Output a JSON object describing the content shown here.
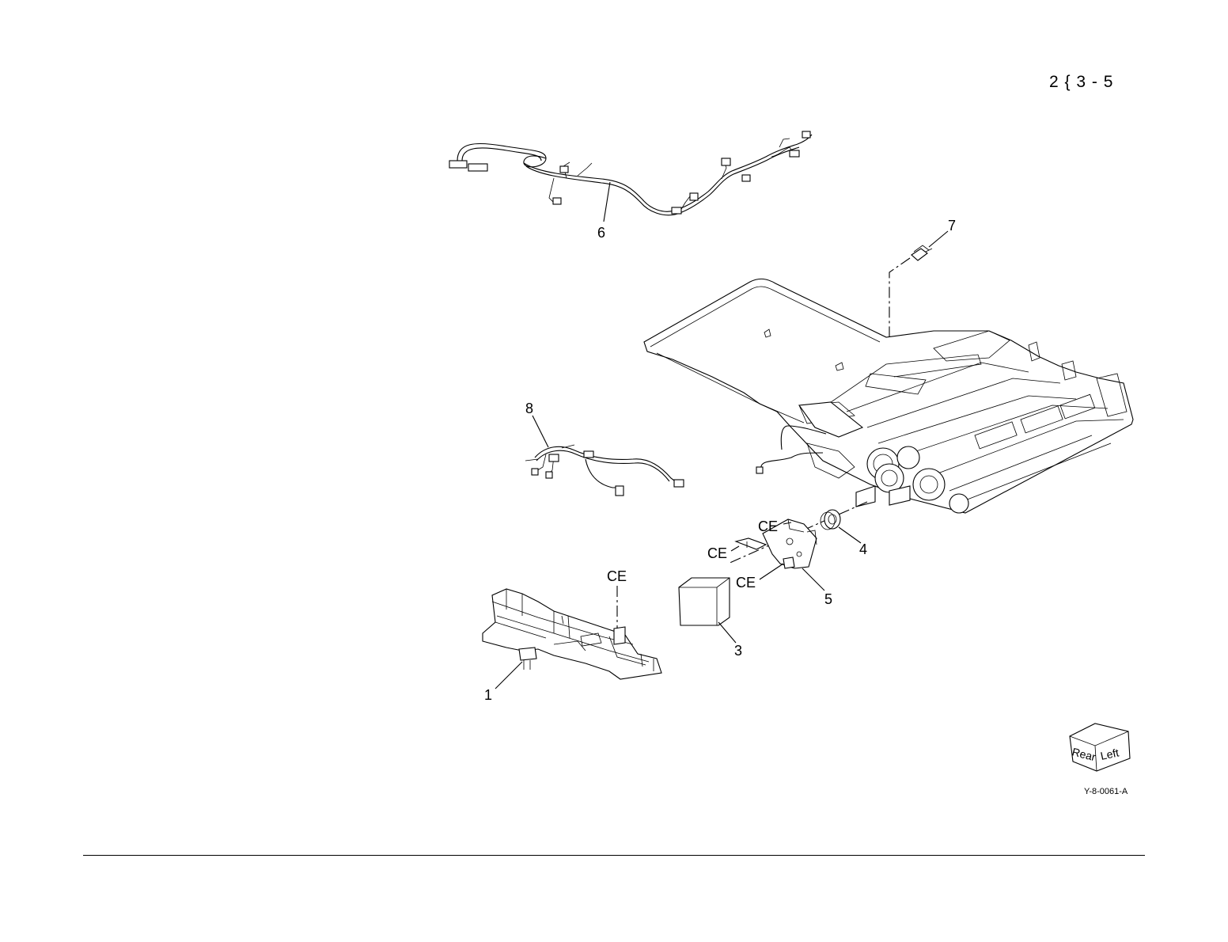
{
  "page_reference": "2 { 3 - 5",
  "figure_id": "Y-8-0061-A",
  "part_callouts": {
    "p1": "1",
    "p3": "3",
    "p4": "4",
    "p5": "5",
    "p6": "6",
    "p7": "7",
    "p8": "8"
  },
  "ce_labels": {
    "ce_a": "CE",
    "ce_b": "CE",
    "ce_c": "CE",
    "ce_d": "CE"
  },
  "orientation_cube": {
    "face_rear": "Rear",
    "face_left": "Left"
  }
}
